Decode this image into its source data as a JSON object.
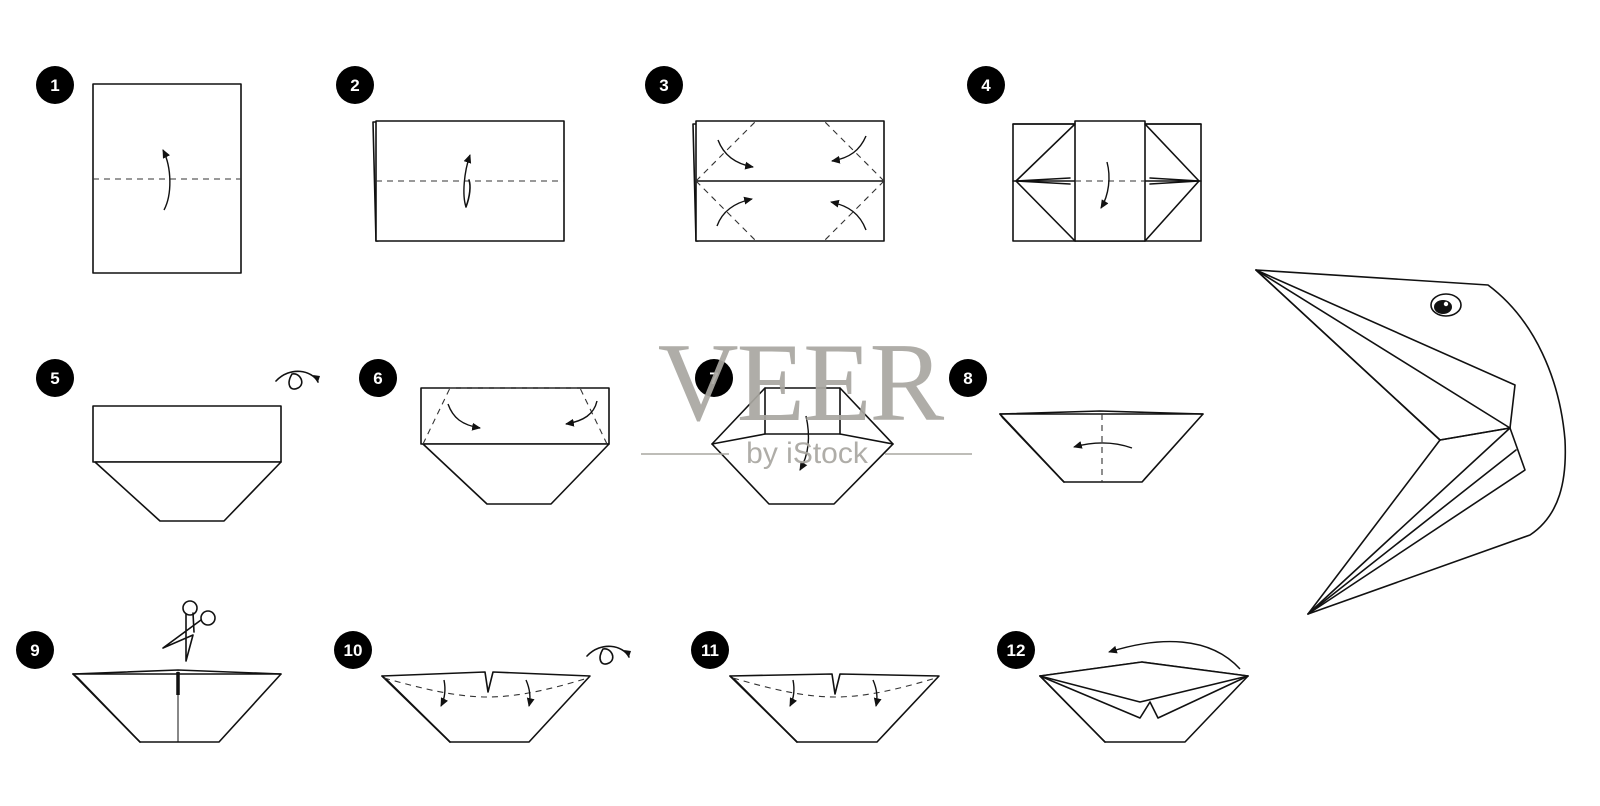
{
  "steps": [
    {
      "number": "1"
    },
    {
      "number": "2"
    },
    {
      "number": "3"
    },
    {
      "number": "4"
    },
    {
      "number": "5"
    },
    {
      "number": "6"
    },
    {
      "number": "7"
    },
    {
      "number": "8"
    },
    {
      "number": "9"
    },
    {
      "number": "10"
    },
    {
      "number": "11"
    },
    {
      "number": "12"
    }
  ],
  "watermark": {
    "brand": "VEER",
    "tagline": "by iStock"
  },
  "icons": {
    "step_badge": "filled-black-circle",
    "fold_arrow": "curved-arrow",
    "turn_over": "loop-arrow-icon",
    "cut": "scissors-icon"
  },
  "colors": {
    "line": "#111111",
    "badge_fill": "#000000",
    "badge_text": "#ffffff",
    "watermark": "#a9a7a1",
    "background": "#ffffff"
  }
}
